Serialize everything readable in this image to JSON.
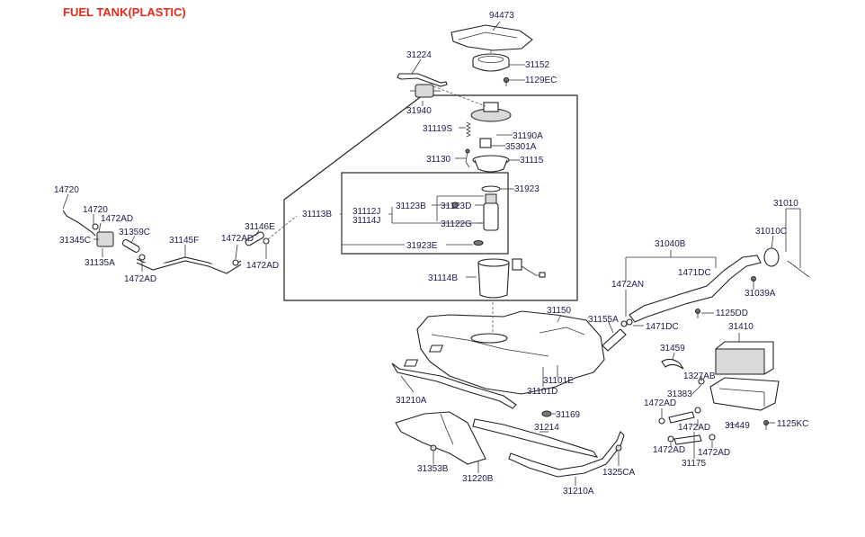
{
  "title": "FUEL TANK(PLASTIC)",
  "colors": {
    "title": "#e8291c",
    "labels": "#1b1b4b",
    "lines": "#333333"
  },
  "labels": {
    "p94473": "94473",
    "p31152": "31152",
    "p1129EC": "1129EC",
    "p31224": "31224",
    "p31940": "31940",
    "p31119S": "31119S",
    "p31190A": "31190A",
    "p35301A": "35301A",
    "p31130": "31130",
    "p31115": "31115",
    "p31923": "31923",
    "p31123B": "31123B",
    "p31123D": "31123D",
    "p31112J": "31112J",
    "p31114J": "31114J",
    "p31113B": "31113B",
    "p31122G": "31122G",
    "p31923E": "31923E",
    "p31114B": "31114B",
    "p14720a": "14720",
    "p14720b": "14720",
    "p1472AD_1": "1472AD",
    "p31345C": "31345C",
    "p31359C": "31359C",
    "p31135A": "31135A",
    "p31145F": "31145F",
    "p31146E": "31146E",
    "p1472AD_2": "1472AD",
    "p1472AD_3": "1472AD",
    "p1472AD_4": "1472AD",
    "p31010": "31010",
    "p31010C": "31010C",
    "p31040B": "31040B",
    "p1471DC_1": "1471DC",
    "p1472AN": "1472AN",
    "p31039A": "31039A",
    "p1125DD": "1125DD",
    "p31150": "31150",
    "p31155A": "31155A",
    "p1471DC_2": "1471DC",
    "p31410": "31410",
    "p31459": "31459",
    "p1327AB": "1327AB",
    "p31383": "31383",
    "p1472AD_5": "1472AD",
    "p1472AD_6": "1472AD",
    "p31449": "31449",
    "p1125KC": "1125KC",
    "p1472AD_7": "1472AD",
    "p1472AD_8": "1472AD",
    "p31175": "31175",
    "p31210A_1": "31210A",
    "p31101E": "31101E",
    "p31101D": "31101D",
    "p31169": "31169",
    "p31214": "31214",
    "p31353B": "31353B",
    "p31220B": "31220B",
    "p1325CA": "1325CA",
    "p31210A_2": "31210A"
  }
}
